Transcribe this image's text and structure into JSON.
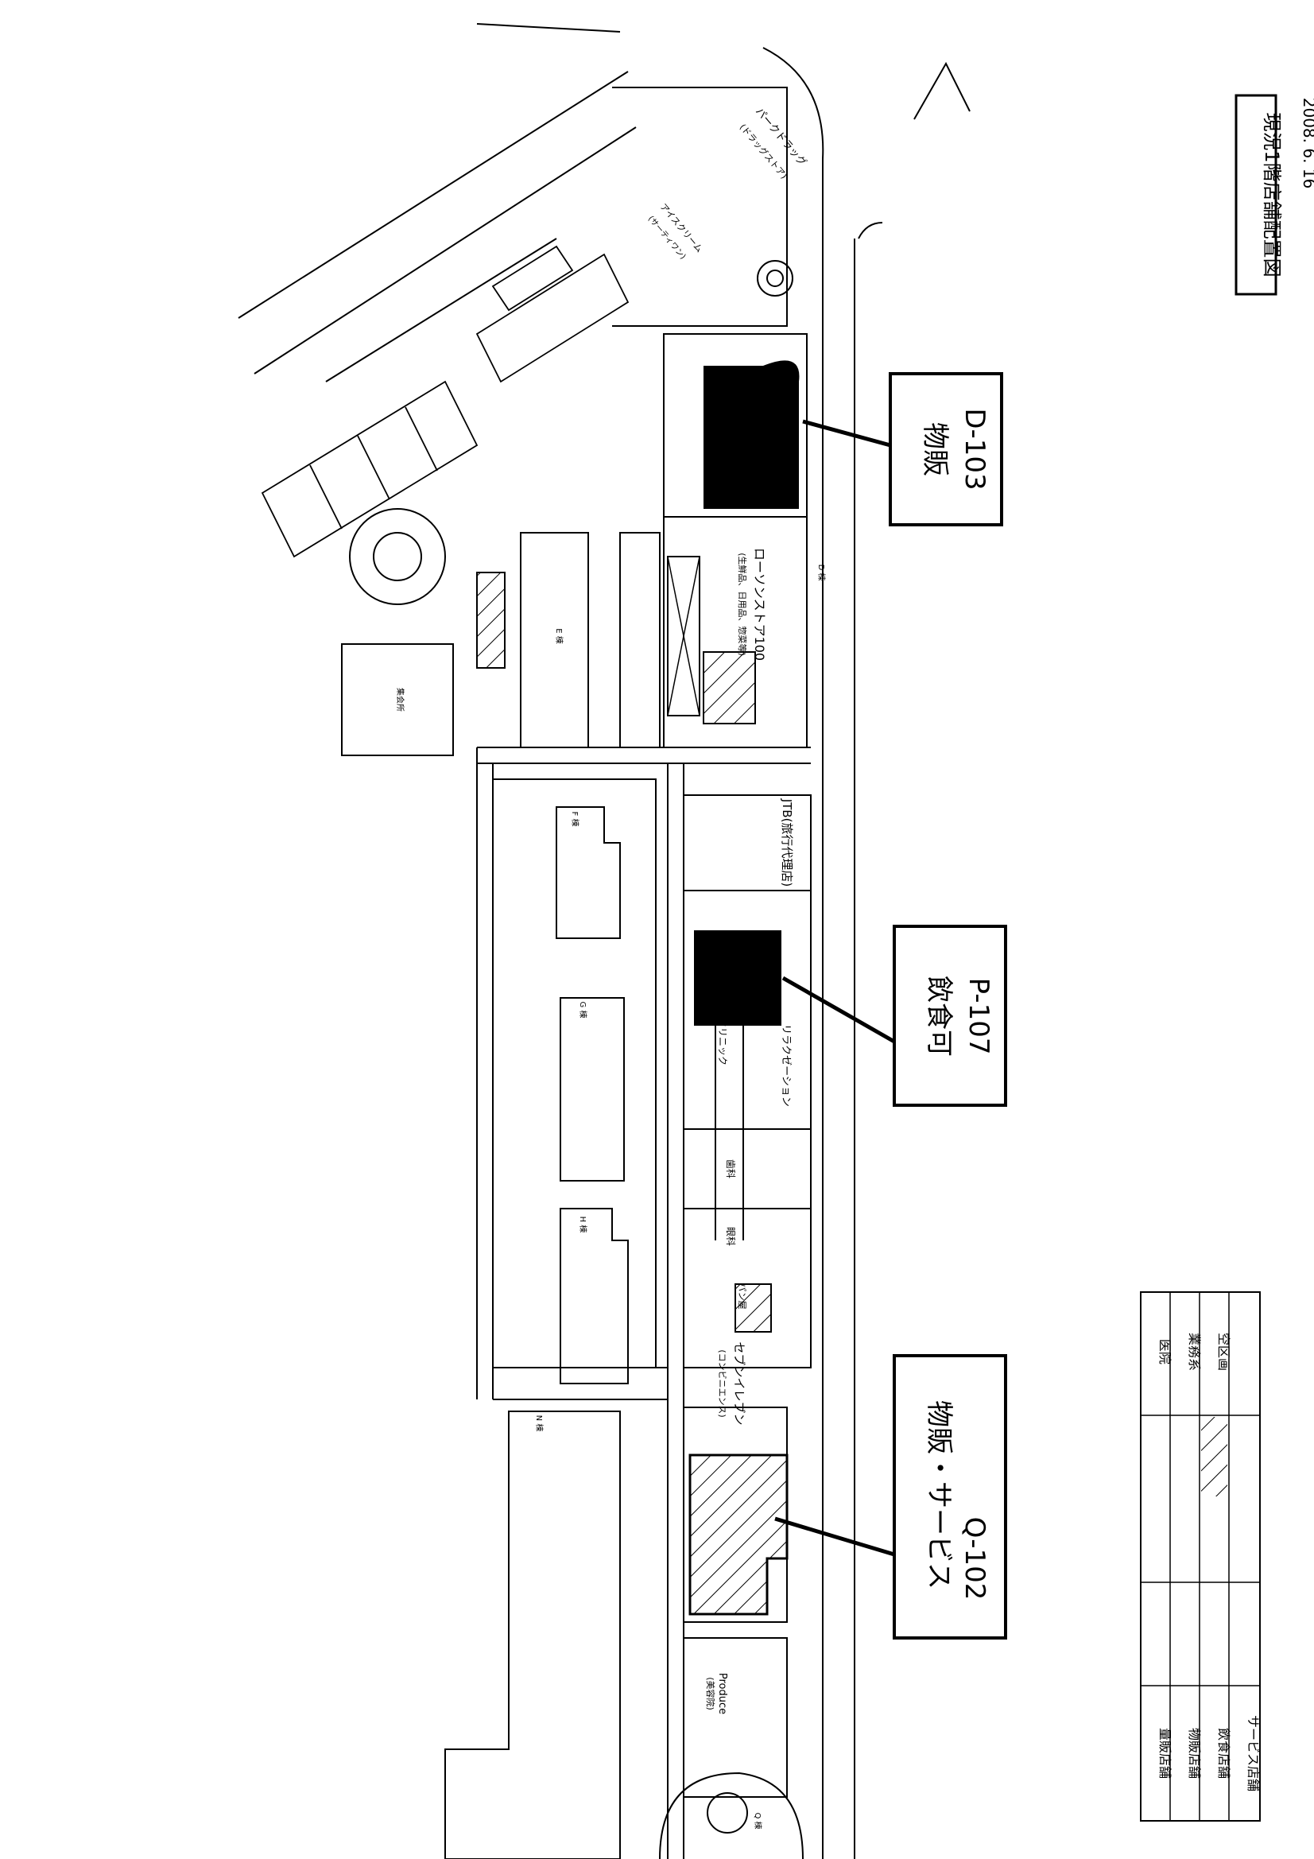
{
  "sheet": {
    "title": "現況1階店舗配置図",
    "date": "2008. 6. 16"
  },
  "callouts": [
    {
      "id": "D-103",
      "use": "物販"
    },
    {
      "id": "P-107",
      "use": "飲食可"
    },
    {
      "id": "Q-102",
      "use": "物販・サービス"
    }
  ],
  "stores": {
    "lawson": "ローソンストア100",
    "lawson_sub": "(生鮮品、日用品、惣菜等)",
    "jtb": "JTB(旅行代理店)",
    "seven": "セブンイレブン",
    "seven_sub": "(コンビニエンス)",
    "produce": "Produce",
    "produce_sub": "(美容院)",
    "reception": "リラクゼーション",
    "park": "パークドラッグ",
    "pharmacy": "(ドラッグストア)",
    "icecream": "アイスクリーム",
    "icecream_sub": "(サーティワン)",
    "bakery": "パン屋",
    "clinic1": "クリニック",
    "clinic2": "歯科",
    "clinic3": "眼科"
  },
  "buildings": {
    "e": "E 棟",
    "f": "F 棟",
    "g": "G 棟",
    "h": "H 棟",
    "n": "N 棟",
    "q": "Q 棟",
    "d": "D 棟",
    "parking": "集会所"
  },
  "legend": {
    "rows": [
      {
        "label": "量販店舗",
        "right": "医院"
      },
      {
        "label": "物販店舗",
        "right": "業務系"
      },
      {
        "label": "飲食店舗",
        "right": "空区画"
      },
      {
        "label": "サービス店舗",
        "right": ""
      }
    ]
  }
}
